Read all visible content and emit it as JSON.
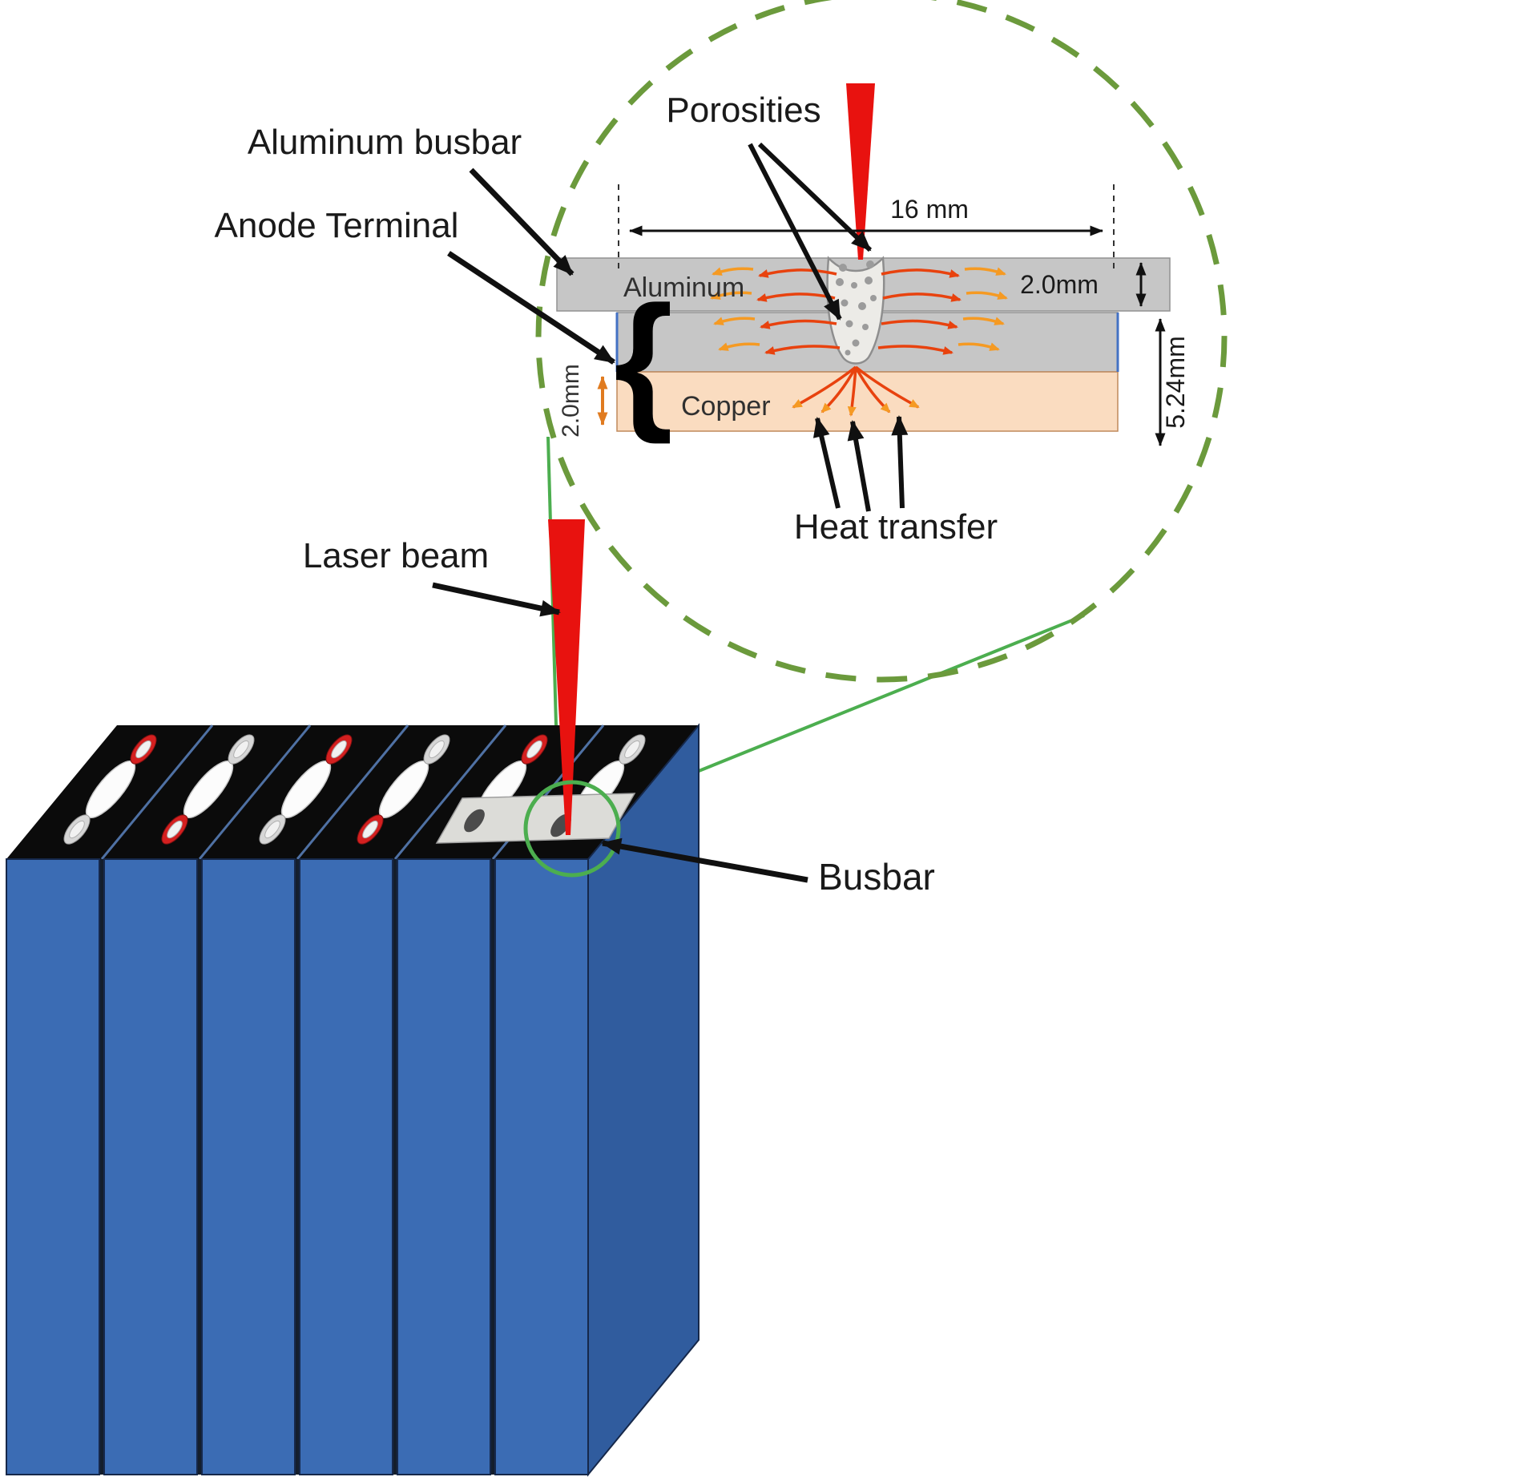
{
  "labels": {
    "aluminum_busbar": "Aluminum busbar",
    "anode_terminal": "Anode Terminal",
    "laser_beam": "Laser beam",
    "busbar": "Busbar"
  },
  "callout": {
    "porosities": "Porosities",
    "heat_transfer": "Heat transfer",
    "aluminum": "Aluminum",
    "copper": "Copper",
    "dim_width": "16 mm",
    "dim_al": "2.0mm",
    "dim_cu": "2.0mm",
    "dim_total": "5.24mm"
  },
  "colors": {
    "laser_red": "#e8120f",
    "aluminum_gray": "#c6c6c6",
    "copper_peach": "#fadcc0",
    "weld_fill": "#ecebe7",
    "battery_blue": "#3b6cb4",
    "battery_blue_side": "#305c9e",
    "battery_top_black": "#0b0b0b",
    "callout_green": "#4cae4f",
    "magnifier_green": "#6b9a3c",
    "heat_orange": "#f59a23",
    "heat_red": "#e8420e",
    "dim_orange": "#e07b20",
    "terminal_red": "#d42020",
    "terminal_silver": "#d6d6d6",
    "busbar_gray": "#dcdcd8"
  }
}
